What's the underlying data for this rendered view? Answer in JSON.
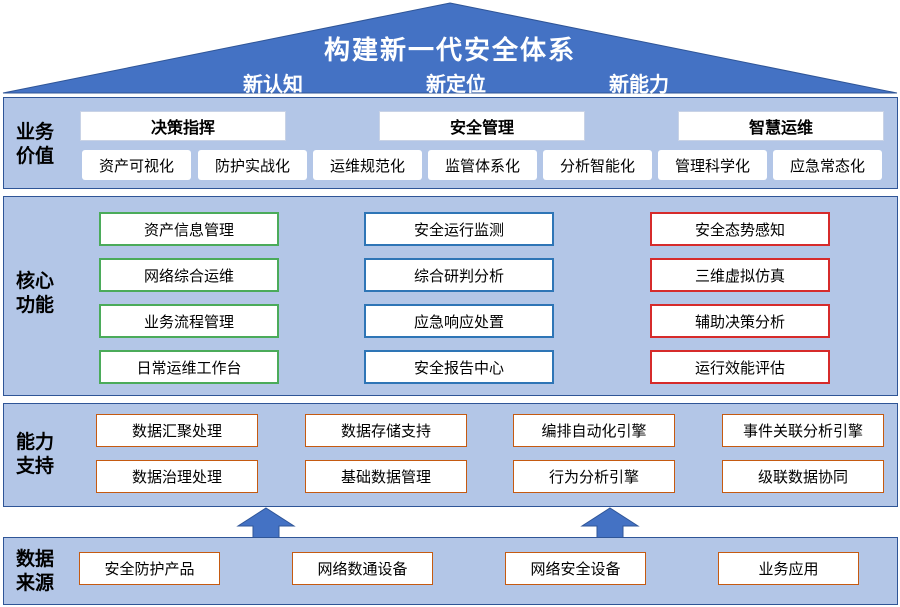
{
  "roof": {
    "title": "构建新一代安全体系",
    "subtitles": [
      "新认知",
      "新定位",
      "新能力"
    ]
  },
  "business_value": {
    "label": "业务价值",
    "heads": [
      "决策指挥",
      "安全管理",
      "智慧运维"
    ],
    "items": [
      "资产可视化",
      "防护实战化",
      "运维规范化",
      "监管体系化",
      "分析智能化",
      "管理科学化",
      "应急常态化"
    ]
  },
  "core_functions": {
    "label": "核心功能",
    "green": [
      "资产信息管理",
      "网络综合运维",
      "业务流程管理",
      "日常运维工作台"
    ],
    "blue": [
      "安全运行监测",
      "综合研判分析",
      "应急响应处置",
      "安全报告中心"
    ],
    "red": [
      "安全态势感知",
      "三维虚拟仿真",
      "辅助决策分析",
      "运行效能评估"
    ]
  },
  "capability": {
    "label": "能力支持",
    "row1": [
      "数据汇聚处理",
      "数据存储支持",
      "编排自动化引擎",
      "事件关联分析引擎"
    ],
    "row2": [
      "数据治理处理",
      "基础数据管理",
      "行为分析引擎",
      "级联数据协同"
    ]
  },
  "data_source": {
    "label": "数据来源",
    "items": [
      "安全防护产品",
      "网络数通设备",
      "网络安全设备",
      "业务应用"
    ]
  },
  "colors": {
    "band_fill": "#b3c6e7",
    "roof_fill": "#4472c4",
    "green": "#4bab5a",
    "blue": "#2e75b6",
    "red": "#d62b2b",
    "orange": "#c55a11"
  }
}
